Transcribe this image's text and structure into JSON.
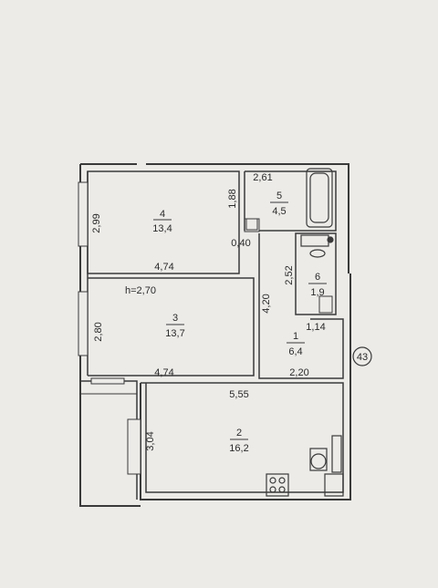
{
  "plan": {
    "apartment_number": "43",
    "ceiling_height": "h=2,70",
    "rooms": [
      {
        "id": "room-4",
        "number": "4",
        "area": "13,4"
      },
      {
        "id": "room-3",
        "number": "3",
        "area": "13,7"
      },
      {
        "id": "room-5",
        "number": "5",
        "area": "4,5"
      },
      {
        "id": "room-6",
        "number": "6",
        "area": "1,9"
      },
      {
        "id": "room-1",
        "number": "1",
        "area": "6,4"
      },
      {
        "id": "room-2",
        "number": "2",
        "area": "16,2"
      }
    ],
    "dimensions": {
      "room4_height": "2,99",
      "room4_width": "4,74",
      "room3_height": "2,80",
      "room3_width": "4,74",
      "bath_width": "2,61",
      "bath_height": "1,88",
      "gap": "0,40",
      "wc_height": "2,52",
      "hall_height": "4,20",
      "hall_width_small": "1,14",
      "hall_width": "2,20",
      "kitchen_width": "5,55",
      "kitchen_height": "3,04"
    }
  }
}
